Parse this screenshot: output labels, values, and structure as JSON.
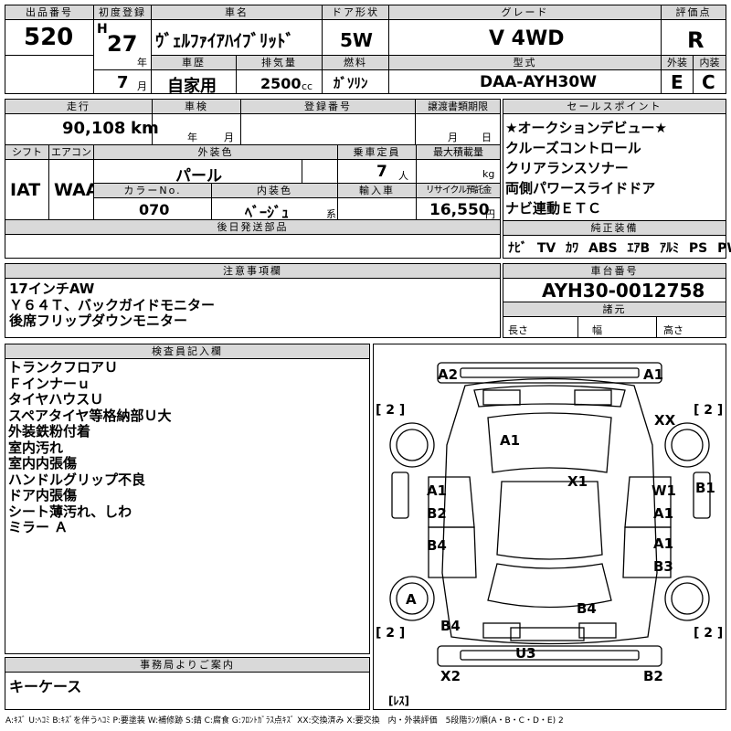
{
  "top": {
    "lot_label": "出品番号",
    "lot_number": "520",
    "first_reg_label": "初度登録",
    "era": "H",
    "year": "27",
    "year_unit": "年",
    "month": "7",
    "month_unit": "月",
    "model_label": "車名",
    "model": "ｳﾞｪﾙﾌｧｲｱﾊｲﾌﾞﾘｯﾄﾞ",
    "history_label": "車歴",
    "history": "自家用",
    "displacement_label": "排気量",
    "displacement": "2500",
    "displacement_unit": "cc",
    "door_label": "ドア形状",
    "door": "5W",
    "fuel_label": "燃料",
    "fuel": "ｶﾞｿﾘﾝ",
    "grade_label": "グレード",
    "grade": "V 4WD",
    "type_label": "型式",
    "type": "DAA-AYH30W",
    "score_label": "評価点",
    "score": "R",
    "ext_label": "外装",
    "ext": "E",
    "int_label": "内装",
    "int": "C"
  },
  "mid": {
    "mileage_label": "走行",
    "mileage": "90,108",
    "mileage_unit": "km",
    "inspection_label": "車検",
    "inspection_year_unit": "年",
    "inspection_month_unit": "月",
    "reg_number_label": "登録番号",
    "deadline_label": "譲渡書類期限",
    "deadline_month_unit": "月",
    "deadline_day_unit": "日",
    "shift_label": "シフト",
    "shift": "IAT",
    "ac_label": "エアコン",
    "ac": "WAA",
    "color_label": "外装色",
    "color": "パール",
    "capacity_label": "乗車定員",
    "capacity": "7",
    "capacity_unit": "人",
    "max_load_label": "最大積載量",
    "max_load_unit": "kg",
    "color_no_label": "カラーNo.",
    "color_no": "070",
    "interior_color_label": "内装色",
    "interior_color": "ﾍﾞｰｼﾞｭ",
    "interior_color_unit": "系",
    "import_label": "輸入車",
    "recycle_label": "リサイクル預託金",
    "recycle": "16,550",
    "recycle_unit": "円",
    "later_parts_label": "後日発送部品"
  },
  "sales_points": {
    "label": "セールスポイント",
    "items": [
      "★オークションデビュー★",
      "クルーズコントロール",
      "クリアランスソナー",
      "両側パワースライドドア",
      "ナビ連動ＥＴＣ"
    ]
  },
  "equipment": {
    "label": "純正装備",
    "items": [
      "ﾅﾋﾞ",
      "TV",
      "ｶﾜ",
      "ABS",
      "ｴｱB",
      "ｱﾙﾐ",
      "PS",
      "PW"
    ]
  },
  "notes": {
    "label": "注意事項欄",
    "lines": [
      "17インチAW",
      "Ｙ６４Ｔ、バックガイドモニター",
      "後席フリップダウンモニター"
    ]
  },
  "chassis": {
    "label": "車台番号",
    "number": "AYH30-0012758",
    "dims_label": "諸元",
    "length_label": "長さ",
    "width_label": "幅",
    "height_label": "高さ"
  },
  "inspector": {
    "label": "検査員記入欄",
    "lines": [
      "トランクフロアＵ",
      "Ｆインナーｕ",
      "タイヤハウスＵ",
      "スペアタイヤ等格納部Ｕ大",
      "外装鉄粉付着",
      "室内汚れ",
      "室内内張傷",
      "ハンドルグリップ不良",
      "ドア内張傷",
      "シート薄汚れ、しわ",
      "ミラー Ａ"
    ]
  },
  "office": {
    "label": "事務局よりご案内",
    "text": "キーケース"
  },
  "diagram": {
    "marks": {
      "front_left": "A2",
      "front_right": "A1",
      "hood": "A1",
      "roof": "X1",
      "right_fender": "XX",
      "left_front_door_top": "A1",
      "left_front_door_bottom": "B2",
      "left_rear_door": "B4",
      "right_front_door_top": "W1",
      "right_front_door_bottom": "A1",
      "right_mirror": "B1",
      "right_rear_door_top": "A1",
      "right_rear_door_bottom": "B3",
      "left_rear_wheel": "A",
      "trunk": "B4",
      "left_rear_quarter": "B4",
      "rear_lower": "U3",
      "rear_left": "X2",
      "rear_right": "B2"
    },
    "tire_counts": {
      "front_left": "[ 2 ]",
      "front_right": "[ 2 ]",
      "rear_left": "[ 2 ]",
      "rear_right": "[ 2 ]",
      "spare": "[ﾚｽ]"
    }
  },
  "legend": "A:ｷｽﾞ U:ﾍｺﾐ B:ｷｽﾞを伴うﾍｺﾐ P:要塗装 W:補修跡 S:錆 C:腐食 G:ﾌﾛﾝﾄｶﾞﾗｽ点ｷｽﾞ XX:交換済み X:要交換　内・外装評価　5段階ﾗﾝｸ順(A・B・C・D・E) 2"
}
